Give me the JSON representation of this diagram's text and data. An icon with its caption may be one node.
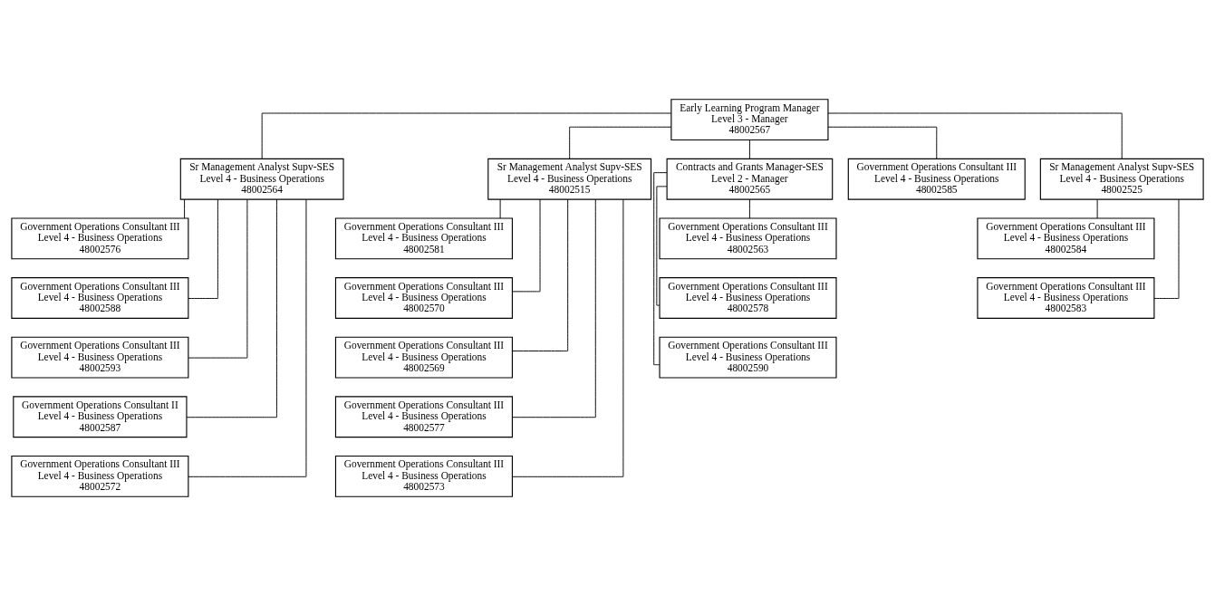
{
  "diagram": {
    "nodes": [
      {
        "text": [
          "Early Learning Program Manager",
          "Level 3 - Manager",
          "48002567"
        ]
      },
      {
        "text": [
          "Sr Management Analyst Supv-SES",
          "Level 4 - Business Operations",
          "48002564"
        ]
      },
      {
        "text": [
          "Sr Management Analyst Supv-SES",
          "Level 4 - Business Operations",
          "48002515"
        ]
      },
      {
        "text": [
          "Contracts and Grants Manager-SES",
          "Level 2 - Manager",
          "48002565"
        ]
      },
      {
        "text": [
          "Government Operations Consultant III",
          "Level 4 - Business Operations",
          "48002585"
        ]
      },
      {
        "text": [
          "Sr Management Analyst Supv-SES",
          "Level 4 - Business Operations",
          "48002525"
        ]
      },
      {
        "text": [
          "Government Operations Consultant III",
          "Level 4 - Business Operations",
          "48002576"
        ]
      },
      {
        "text": [
          "Government Operations Consultant III",
          "Level 4 - Business Operations",
          "48002588"
        ]
      },
      {
        "text": [
          "Government Operations Consultant III",
          "Level 4 - Business Operations",
          "48002593"
        ]
      },
      {
        "text": [
          "Government Operations Consultant II",
          "Level 4 - Business Operations",
          "48002587"
        ]
      },
      {
        "text": [
          "Government Operations Consultant III",
          "Level 4 - Business Operations",
          "48002572"
        ]
      },
      {
        "text": [
          "Government Operations Consultant III",
          "Level 4 - Business Operations",
          "48002581"
        ]
      },
      {
        "text": [
          "Government Operations Consultant III",
          "Level 4 - Business Operations",
          "48002570"
        ]
      },
      {
        "text": [
          "Government Operations Consultant III",
          "Level 4 - Business Operations",
          "48002569"
        ]
      },
      {
        "text": [
          "Government Operations Consultant III",
          "Level 4 - Business Operations",
          "48002577"
        ]
      },
      {
        "text": [
          "Government Operations Consultant III",
          "Level 4 - Business Operations",
          "48002573"
        ]
      },
      {
        "text": [
          "Government Operations Consultant III",
          "Level 4 - Business Operations",
          "48002563"
        ]
      },
      {
        "text": [
          "Government Operations Consultant III",
          "Level 4 - Business Operations",
          "48002578"
        ]
      },
      {
        "text": [
          "Government Operations Consultant III",
          "Level 4 - Business Operations",
          "48002590"
        ]
      },
      {
        "text": [
          "Government Operations Consultant III",
          "Level 4 - Business Operations",
          "48002584"
        ]
      },
      {
        "text": [
          "Government Operations Consultant III",
          "Level 4 - Business Operations",
          "48002583"
        ]
      }
    ],
    "edges": [
      {
        "from": 0,
        "to": 1,
        "arrow": "none"
      },
      {
        "from": 0,
        "to": 2,
        "arrow": "none"
      },
      {
        "from": 0,
        "to": 3,
        "arrow": "none"
      },
      {
        "from": 0,
        "to": 4,
        "arrow": "none"
      },
      {
        "from": 0,
        "to": 5,
        "arrow": "none"
      },
      {
        "from": 1,
        "to": 6,
        "arrow": "none"
      },
      {
        "from": 1,
        "to": 7,
        "arrow": "none"
      },
      {
        "from": 1,
        "to": 8,
        "arrow": "none"
      },
      {
        "from": 1,
        "to": 9,
        "arrow": "none"
      },
      {
        "from": 1,
        "to": 10,
        "arrow": "none"
      },
      {
        "from": 2,
        "to": 11,
        "arrow": "none"
      },
      {
        "from": 2,
        "to": 12,
        "arrow": "none"
      },
      {
        "from": 2,
        "to": 13,
        "arrow": "none"
      },
      {
        "from": 2,
        "to": 14,
        "arrow": "none"
      },
      {
        "from": 2,
        "to": 15,
        "arrow": "none"
      },
      {
        "from": 3,
        "to": 16,
        "arrow": "none"
      },
      {
        "from": 3,
        "to": 17,
        "arrow": "none"
      },
      {
        "from": 3,
        "to": 18,
        "arrow": "none"
      },
      {
        "from": 5,
        "to": 19,
        "arrow": "none"
      },
      {
        "from": 5,
        "to": 20,
        "arrow": "none"
      }
    ]
  }
}
